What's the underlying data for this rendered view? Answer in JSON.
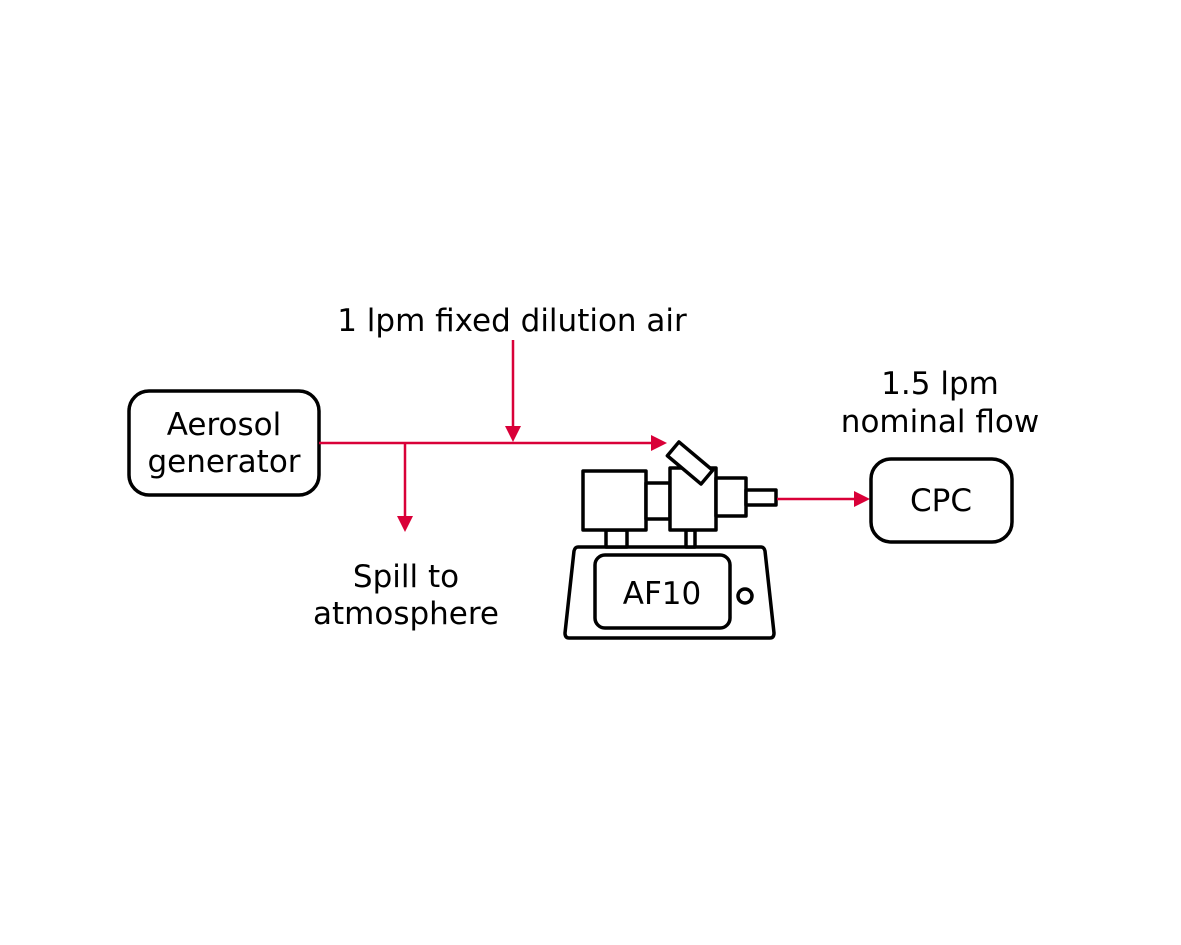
{
  "diagram": {
    "title_labels": {
      "dilution": "1 lpm fixed dilution air",
      "flow_line1": "1.5 lpm",
      "flow_line2": "nominal flow",
      "spill_line1": "Spill to",
      "spill_line2": "atmosphere"
    },
    "nodes": {
      "generator_line1": "Aerosol",
      "generator_line2": "generator",
      "device": "AF10",
      "cpc": "CPC"
    },
    "colors": {
      "flow": "#d90038",
      "outline": "#000000"
    },
    "edges": [
      {
        "from": "Aerosol generator",
        "to": "AF10",
        "label": ""
      },
      {
        "from": "1 lpm fixed dilution air",
        "to": "main line",
        "label": ""
      },
      {
        "from": "main line",
        "to": "Spill to atmosphere",
        "label": ""
      },
      {
        "from": "AF10",
        "to": "CPC",
        "label": "1.5 lpm nominal flow"
      }
    ]
  }
}
